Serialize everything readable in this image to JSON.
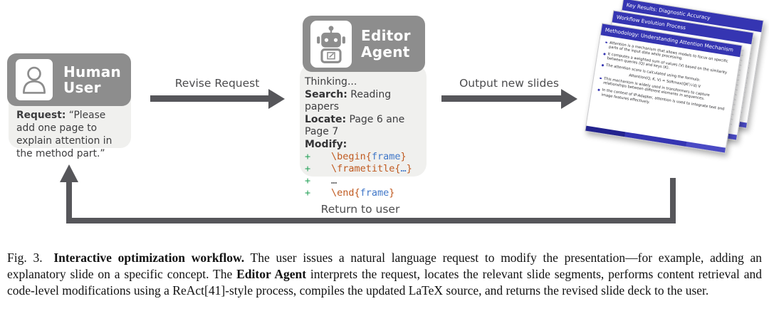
{
  "colors": {
    "box_gray": "#8d8d8d",
    "panel_gray": "#f0f0ee",
    "arrow_gray": "#56565a",
    "slide_blue": "#3535b2",
    "code_orange": "#c05a20",
    "code_blue": "#4077c8",
    "code_green": "#2aa45c"
  },
  "human_user": {
    "title_line1": "Human",
    "title_line2": "User",
    "request_label": "Request:",
    "request_text": "“Please add one page to explain attention in the method part.”"
  },
  "editor_agent": {
    "title_line1": "Editor",
    "title_line2": "Agent",
    "thinking": "Thinking...",
    "search_label": "Search:",
    "search_value": "Reading papers",
    "locate_label": "Locate:",
    "locate_value": "Page 6 ane Page 7",
    "modify_label": "Modify:",
    "code": {
      "plus": "+",
      "lines": [
        {
          "open": "\\begin{",
          "mid": "frame",
          "close": "}"
        },
        {
          "open": "\\frametitle{",
          "mid": "…",
          "close": "}"
        },
        {
          "open": "",
          "mid": "…",
          "close": ""
        },
        {
          "open": "\\end{",
          "mid": "frame",
          "close": "}"
        }
      ]
    }
  },
  "arrows": {
    "revise_label": "Revise Request",
    "output_label": "Output new slides",
    "return_label": "Return to user"
  },
  "slides": {
    "back_title": "Key Results: Diagnostic Accuracy",
    "middle_title": "Workflow Evolution Process",
    "front_title": "Methodology: Understanding Attention Mechanism",
    "bullets": [
      "Attention is a mechanism that allows models to focus on specific parts of the input data while processing.",
      "It computes a weighted sum of values (V) based on the similarity between queries (Q) and keys (K).",
      "The attention score is calculated using the formula:",
      "This mechanism is widely used in transformers to capture relationships between different elements in sequences.",
      "In the context of IP-Adapter, attention is used to integrate text and image features effectively."
    ],
    "formula": "Attention(Q, K, V) = Softmax(QKᵀ/√d) V"
  },
  "caption": {
    "fig_label": "Fig. 3.",
    "bold_title": "Interactive optimization workflow.",
    "text_1": "The user issues a natural language request to modify the presentation—for example, adding an explanatory slide on a specific concept. The",
    "bold_2": "Editor Agent",
    "text_2": "interprets the request, locates the relevant slide segments, performs content retrieval and code-level modifications using a ReAct[41]-style process, compiles the updated LaTeX source, and returns the revised slide deck to the user."
  }
}
